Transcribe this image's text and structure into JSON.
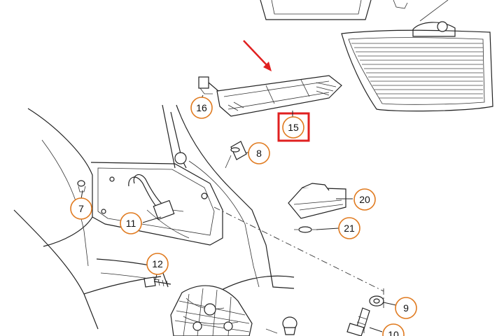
{
  "callouts": [
    {
      "id": "c16",
      "label": "16",
      "highlighted": false
    },
    {
      "id": "c15",
      "label": "15",
      "highlighted": true
    },
    {
      "id": "c8",
      "label": "8",
      "highlighted": false
    },
    {
      "id": "c20",
      "label": "20",
      "highlighted": false
    },
    {
      "id": "c21",
      "label": "21",
      "highlighted": false
    },
    {
      "id": "c7",
      "label": "7",
      "highlighted": false
    },
    {
      "id": "c11",
      "label": "11",
      "highlighted": false
    },
    {
      "id": "c12",
      "label": "12",
      "highlighted": false
    },
    {
      "id": "c9",
      "label": "9",
      "highlighted": false
    },
    {
      "id": "c10",
      "label": "10",
      "highlighted": false
    }
  ],
  "colors": {
    "callout_circle": "#e07a1f",
    "highlight_box": "#e02020",
    "arrow": "#e02020",
    "line_art": "#222222"
  }
}
